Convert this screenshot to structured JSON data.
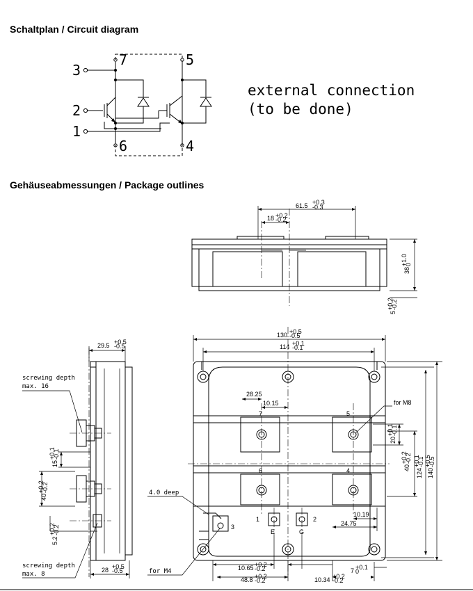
{
  "circuit": {
    "title": "Schaltplan / Circuit diagram",
    "pins": {
      "p1": "1",
      "p2": "2",
      "p3": "3",
      "p4": "4",
      "p5": "5",
      "p6": "6",
      "p7": "7"
    },
    "note_line1": "external connection",
    "note_line2": "(to be done)"
  },
  "package": {
    "title": "Gehäuseabmessungen / Package outlines",
    "top": {
      "d61": "61.5",
      "d61_tol_up": "+0.3",
      "d61_tol_dn": "-0.3",
      "d18": "18",
      "d18_tol_up": "+0.2",
      "d18_tol_dn": "-0.2",
      "d38": "38",
      "d38_tol_up": "+1.0",
      "d38_tol_dn": "0",
      "d5": "5",
      "d5_tol_up": "+0.2",
      "d5_tol_dn": "-0.2"
    },
    "front": {
      "d130": "130",
      "d130_tol_up": "+0.5",
      "d130_tol_dn": "-0.5",
      "d114": "114",
      "d114_tol_up": "+0.1",
      "d114_tol_dn": "-0.1",
      "d28_25": "28.25",
      "d10_15": "10.15",
      "for_m8": "for M8",
      "t7": "7",
      "t5": "5",
      "t6": "6",
      "t4": "4",
      "c1": "1",
      "c2": "2",
      "c3": "3",
      "cE": "E",
      "cG": "G",
      "d20": "20",
      "d20_tol_up": "+0.1",
      "d20_tol_dn": "-0.1",
      "d40": "40",
      "d40_tol_up": "+0.2",
      "d40_tol_dn": "-0.2",
      "d124": "124",
      "d124_tol_up": "+0.1",
      "d124_tol_dn": "-0.1",
      "d140": "140",
      "d140_tol_up": "+0.5",
      "d140_tol_dn": "-0.5",
      "d10_19": "10.19",
      "d24_75": "24.75",
      "deep": "4.0 deep",
      "for_m4": "for M4",
      "d10_65": "10.65",
      "d10_65_tol_up": "+0.2",
      "d10_65_tol_dn": "-0.2",
      "d48_8": "48.8",
      "d48_8_tol_up": "+0.2",
      "d48_8_tol_dn": "-0.2",
      "d7": "7",
      "d7_tol_up": "+0.1",
      "d7_tol_dn": "0",
      "d10_34": "10.34",
      "d10_34_tol_up": "+0.2",
      "d10_34_tol_dn": "-0.2"
    },
    "side": {
      "d29_5": "29.5",
      "d29_5_tol_up": "+0.5",
      "d29_5_tol_dn": "-0.5",
      "screw16_1": "screwing depth",
      "screw16_2": "max. 16",
      "d15": "15",
      "d15_tol_up": "+0.1",
      "d15_tol_dn": "-0.1",
      "d40": "40",
      "d40_tol_up": "+0.2",
      "d40_tol_dn": "-0.2",
      "d5_2": "5.2",
      "d5_2_tol_up": "+0.2",
      "d5_2_tol_dn": "-0.2",
      "screw8_1": "screwing depth",
      "screw8_2": "max. 8",
      "d28": "28",
      "d28_tol_up": "+0.5",
      "d28_tol_dn": "-0.5"
    }
  }
}
